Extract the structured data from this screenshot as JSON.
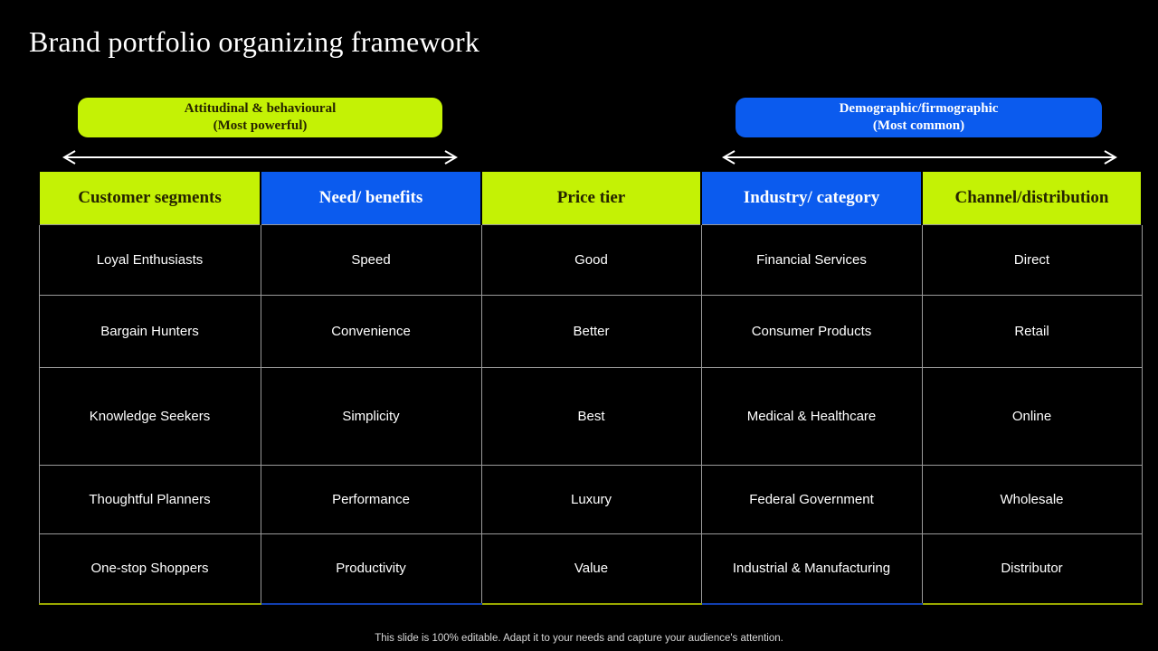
{
  "slide": {
    "title": "Brand portfolio organizing framework",
    "footer_note": "This slide is 100% editable. Adapt it to your needs and capture your audience's attention."
  },
  "colors": {
    "background": "#000000",
    "accent_green": "#c4f205",
    "accent_blue": "#0b5bee",
    "green_text": "#262400",
    "blue_text": "#ffffff",
    "grid_line": "#9a9a9a"
  },
  "pills": [
    {
      "id": "attitudinal-behavioural",
      "line1": "Attitudinal & behavioural",
      "line2": "(Most powerful)",
      "style": "green"
    },
    {
      "id": "demographic-firmographic",
      "line1": "Demographic/firmographic",
      "line2": "(Most common)",
      "style": "blue"
    }
  ],
  "arrows": [
    {
      "id": "left-span-arrow",
      "icon": "double-headed-arrow-icon"
    },
    {
      "id": "right-span-arrow",
      "icon": "double-headed-arrow-icon"
    }
  ],
  "table": {
    "headers": [
      {
        "label": "Customer segments",
        "style": "green"
      },
      {
        "label": "Need/ benefits",
        "style": "blue"
      },
      {
        "label": "Price tier",
        "style": "green"
      },
      {
        "label": "Industry/ category",
        "style": "blue"
      },
      {
        "label": "Channel/distribution",
        "style": "green"
      }
    ],
    "rows": [
      [
        "Loyal Enthusiasts",
        "Speed",
        "Good",
        "Financial Services",
        "Direct"
      ],
      [
        "Bargain Hunters",
        "Convenience",
        "Better",
        "Consumer Products",
        "Retail"
      ],
      [
        "Knowledge Seekers",
        "Simplicity",
        "Best",
        "Medical & Healthcare",
        "Online"
      ],
      [
        "Thoughtful  Planners",
        "Performance",
        "Luxury",
        "Federal Government",
        "Wholesale"
      ],
      [
        "One-stop Shoppers",
        "Productivity",
        "Value",
        "Industrial  & Manufacturing",
        "Distributor"
      ]
    ]
  }
}
